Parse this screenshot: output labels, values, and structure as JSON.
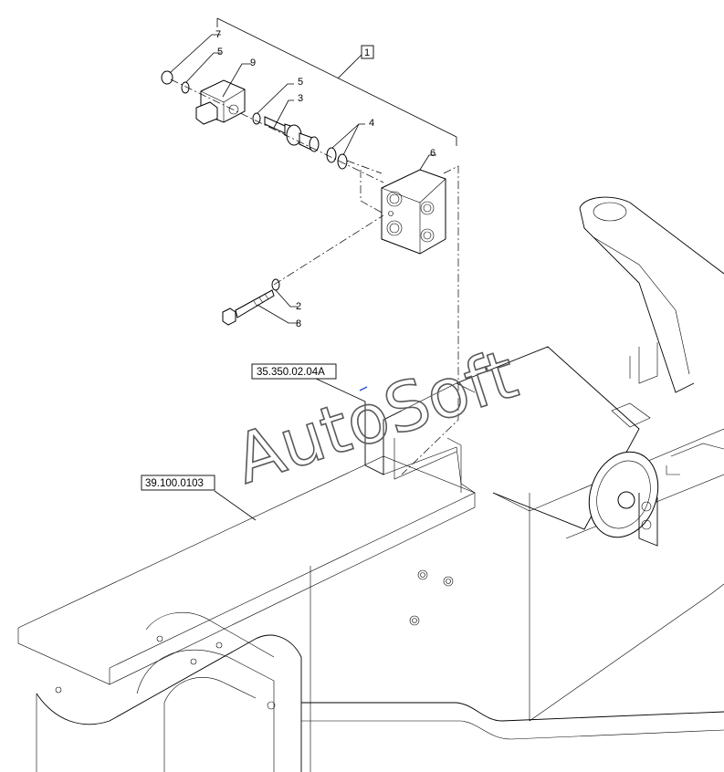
{
  "callouts": {
    "c1": "1",
    "c2": "2",
    "c3": "3",
    "c4": "4",
    "c5a": "5",
    "c5b": "5",
    "c6": "6",
    "c7": "7",
    "c8": "8",
    "c9": "9"
  },
  "references": {
    "ref_a": "35.350.02.04A",
    "ref_b": "39.100.0103"
  },
  "watermark": "AutoSoft",
  "colors": {
    "line": "#000000",
    "watermark": "#5a5a5a",
    "accent_mark": "#1e50c8"
  }
}
